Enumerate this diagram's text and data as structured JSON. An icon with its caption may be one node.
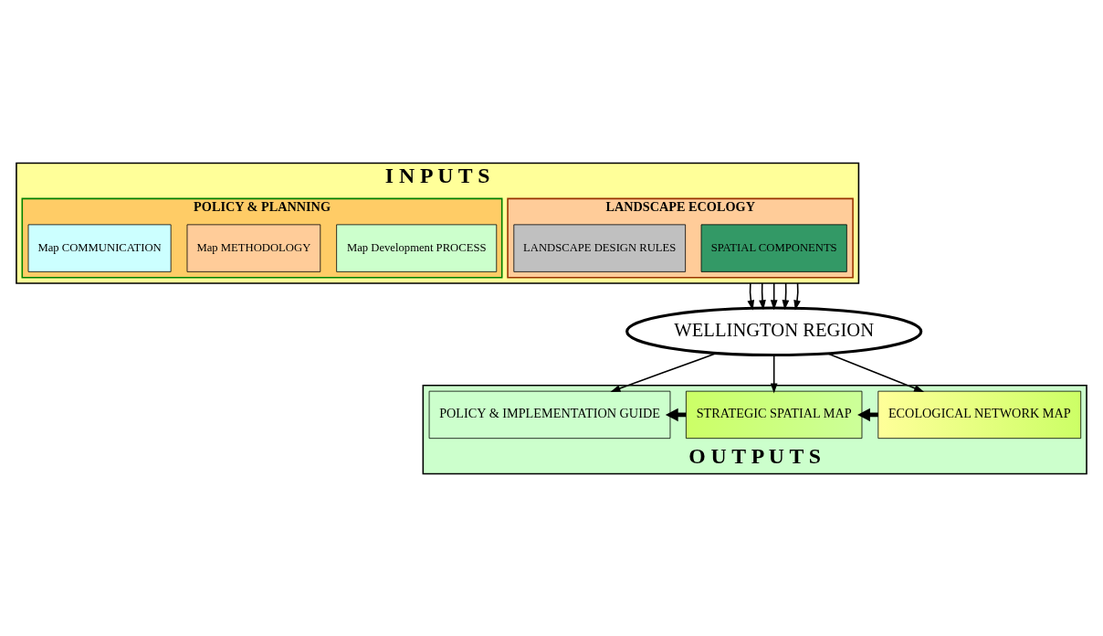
{
  "diagram": {
    "nodes": [
      {
        "text": [
          "I N P U T S"
        ]
      },
      {
        "text": [
          "LANDSCAPE ECOLOGY"
        ],
        "in": 0
      },
      {
        "text": [
          "SPATIAL COMPONENTS"
        ],
        "in": 1
      },
      {
        "text": [
          "LANDSCAPE DESIGN RULES"
        ],
        "in": 1
      },
      {
        "text": [
          "POLICY & PLANNING"
        ],
        "in": 0
      },
      {
        "text": [
          "Map Development PROCESS"
        ],
        "in": 4
      },
      {
        "text": [
          "Map METHODOLOGY"
        ],
        "in": 4
      },
      {
        "text": [
          "Map COMMUNICATION"
        ],
        "in": 4
      },
      {
        "text": [
          "WELLINGTON REGION"
        ]
      },
      {
        "text": [
          "O U T P U T S"
        ]
      },
      {
        "text": [
          "ECOLOGICAL NETWORK MAP"
        ],
        "in": 9
      },
      {
        "text": [
          "STRATEGIC SPATIAL MAP"
        ],
        "in": 9
      },
      {
        "text": [
          "POLICY & IMPLEMENTATION GUIDE"
        ],
        "in": 9
      }
    ],
    "edges": [
      {
        "from": 0,
        "to": 8,
        "arrow": "to"
      },
      {
        "from": 0,
        "to": 8,
        "arrow": "to"
      },
      {
        "from": 0,
        "to": 8,
        "arrow": "to"
      },
      {
        "from": 0,
        "to": 8,
        "arrow": "to"
      },
      {
        "from": 0,
        "to": 8,
        "arrow": "to"
      },
      {
        "from": 8,
        "to": 10,
        "arrow": "to"
      },
      {
        "from": 8,
        "to": 11,
        "arrow": "to"
      },
      {
        "from": 8,
        "to": 12,
        "arrow": "to"
      },
      {
        "from": 10,
        "to": 11,
        "arrow": "to",
        "style": "thick"
      },
      {
        "from": 11,
        "to": 12,
        "arrow": "to",
        "style": "thick"
      }
    ]
  }
}
